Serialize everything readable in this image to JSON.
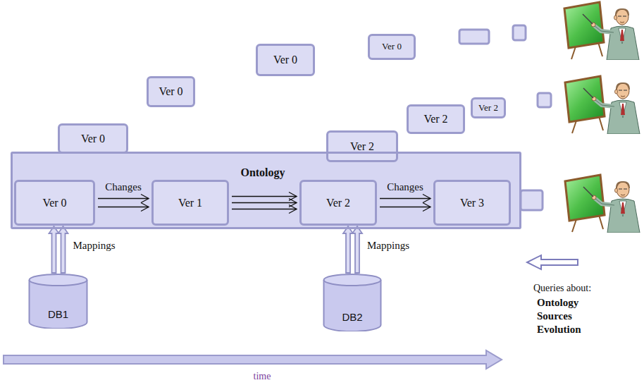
{
  "diagram": {
    "nodes": [
      {
        "text": [
          "Ver 0"
        ]
      },
      {
        "text": [
          "Ver 0"
        ]
      },
      {
        "text": [
          "Ver 0"
        ]
      },
      {
        "text": [
          "Ver 2"
        ]
      },
      {
        "text": [
          "Ver 2"
        ]
      },
      {
        "text": [
          "Ver 0"
        ]
      },
      {
        "text": [
          "Ver 2"
        ]
      },
      {
        "text": [
          "Ontology"
        ]
      },
      {
        "text": [
          "Ver 0"
        ],
        "in": 7
      },
      {
        "text": [
          "Ver 1"
        ],
        "in": 7
      },
      {
        "text": [
          "Ver 2"
        ],
        "in": 7
      },
      {
        "text": [
          "Ver 3"
        ],
        "in": 7
      },
      {
        "text": [
          "DB1"
        ]
      },
      {
        "text": [
          "DB2"
        ]
      }
    ],
    "edges": [
      {
        "from": 8,
        "to": 9,
        "arrow": "to",
        "label": "Changes"
      },
      {
        "from": 9,
        "to": 10,
        "arrow": "to"
      },
      {
        "from": 10,
        "to": 11,
        "arrow": "to",
        "label": "Changes"
      },
      {
        "from": 12,
        "to": 8,
        "arrow": "to",
        "label": "Mappings"
      },
      {
        "from": 13,
        "to": 10,
        "arrow": "to",
        "label": "Mappings"
      }
    ],
    "labels": [
      "Queries about:",
      "Ontology",
      "Sources",
      "Evolution",
      "time"
    ]
  }
}
